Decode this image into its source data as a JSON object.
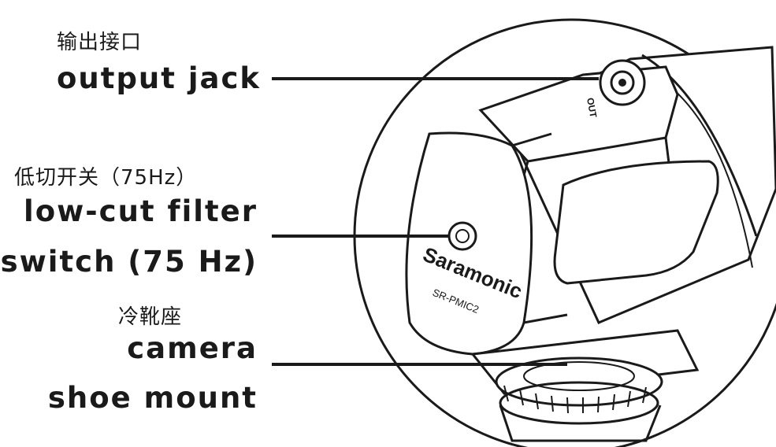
{
  "callouts": [
    {
      "id": "output",
      "zh": "输出接口",
      "en_lines": [
        "output jack"
      ]
    },
    {
      "id": "lowcut",
      "zh": "低切开关（75Hz）",
      "en_lines": [
        "low-cut filter",
        "switch (75 Hz)"
      ]
    },
    {
      "id": "shoe",
      "zh": "冷靴座",
      "en_lines": [
        "camera",
        "shoe mount"
      ]
    }
  ],
  "device": {
    "brand": "Saramonic",
    "model": "SR-PMIC2",
    "port_label": "OUT"
  }
}
